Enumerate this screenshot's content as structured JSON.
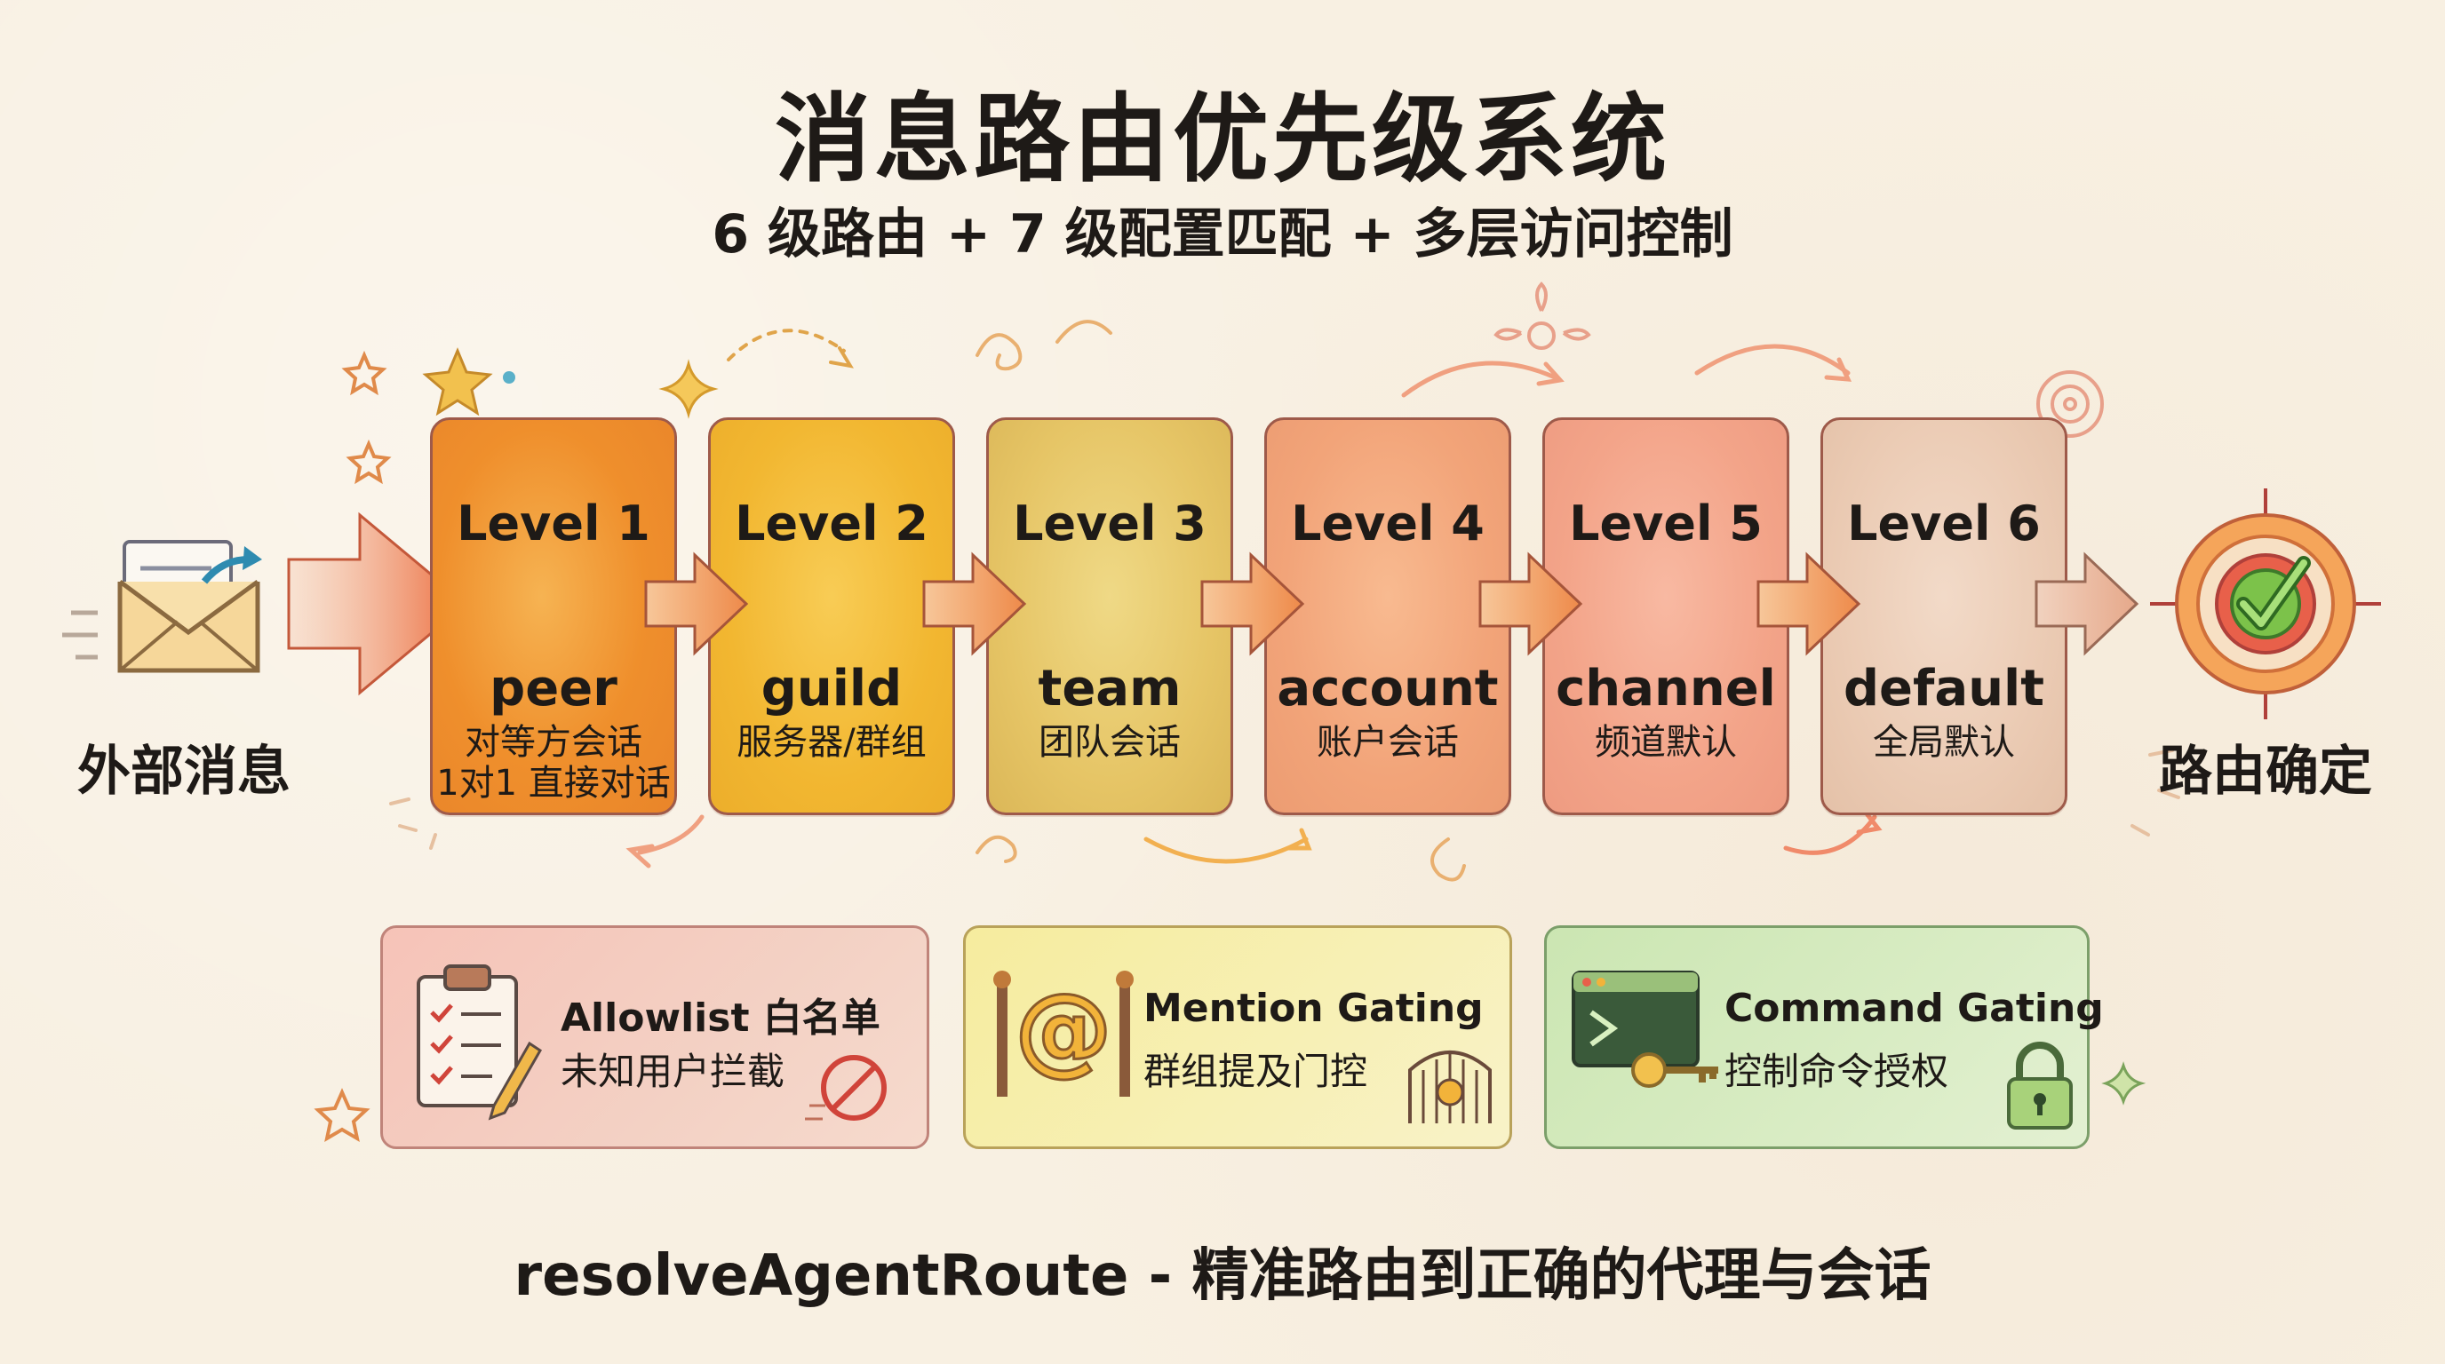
{
  "title": "消息路由优先级系统",
  "subtitle": "6 级路由 + 7 级配置匹配 + 多层访问控制",
  "input_label": "外部消息",
  "output_label": "路由确定",
  "levels": [
    {
      "level": "Level 1",
      "key": "peer",
      "desc1": "对等方会话",
      "desc2": "1对1 直接对话",
      "color": "#ef8f2c"
    },
    {
      "level": "Level 2",
      "key": "guild",
      "desc1": "服务器/群组",
      "desc2": "",
      "color": "#f2b731"
    },
    {
      "level": "Level 3",
      "key": "team",
      "desc1": "团队会话",
      "desc2": "",
      "color": "#e6c566"
    },
    {
      "level": "Level 4",
      "key": "account",
      "desc1": "账户会话",
      "desc2": "",
      "color": "#f2a479"
    },
    {
      "level": "Level 5",
      "key": "channel",
      "desc1": "频道默认",
      "desc2": "",
      "color": "#f3a489"
    },
    {
      "level": "Level 6",
      "key": "default",
      "desc1": "全局默认",
      "desc2": "",
      "color": "#ebcbb4"
    }
  ],
  "gates": [
    {
      "title": "Allowlist 白名单",
      "subtitle": "未知用户拦截",
      "icon": "clipboard-checklist-icon",
      "color": "#f6c3b8"
    },
    {
      "title": "Mention Gating",
      "subtitle": "群组提及门控",
      "icon": "at-sign-gate-icon",
      "color": "#f6ec9e"
    },
    {
      "title": "Command Gating",
      "subtitle": "控制命令授权",
      "icon": "terminal-key-lock-icon",
      "color": "#cbe6b2"
    }
  ],
  "footer": "resolveAgentRoute - 精准路由到正确的代理与会话"
}
